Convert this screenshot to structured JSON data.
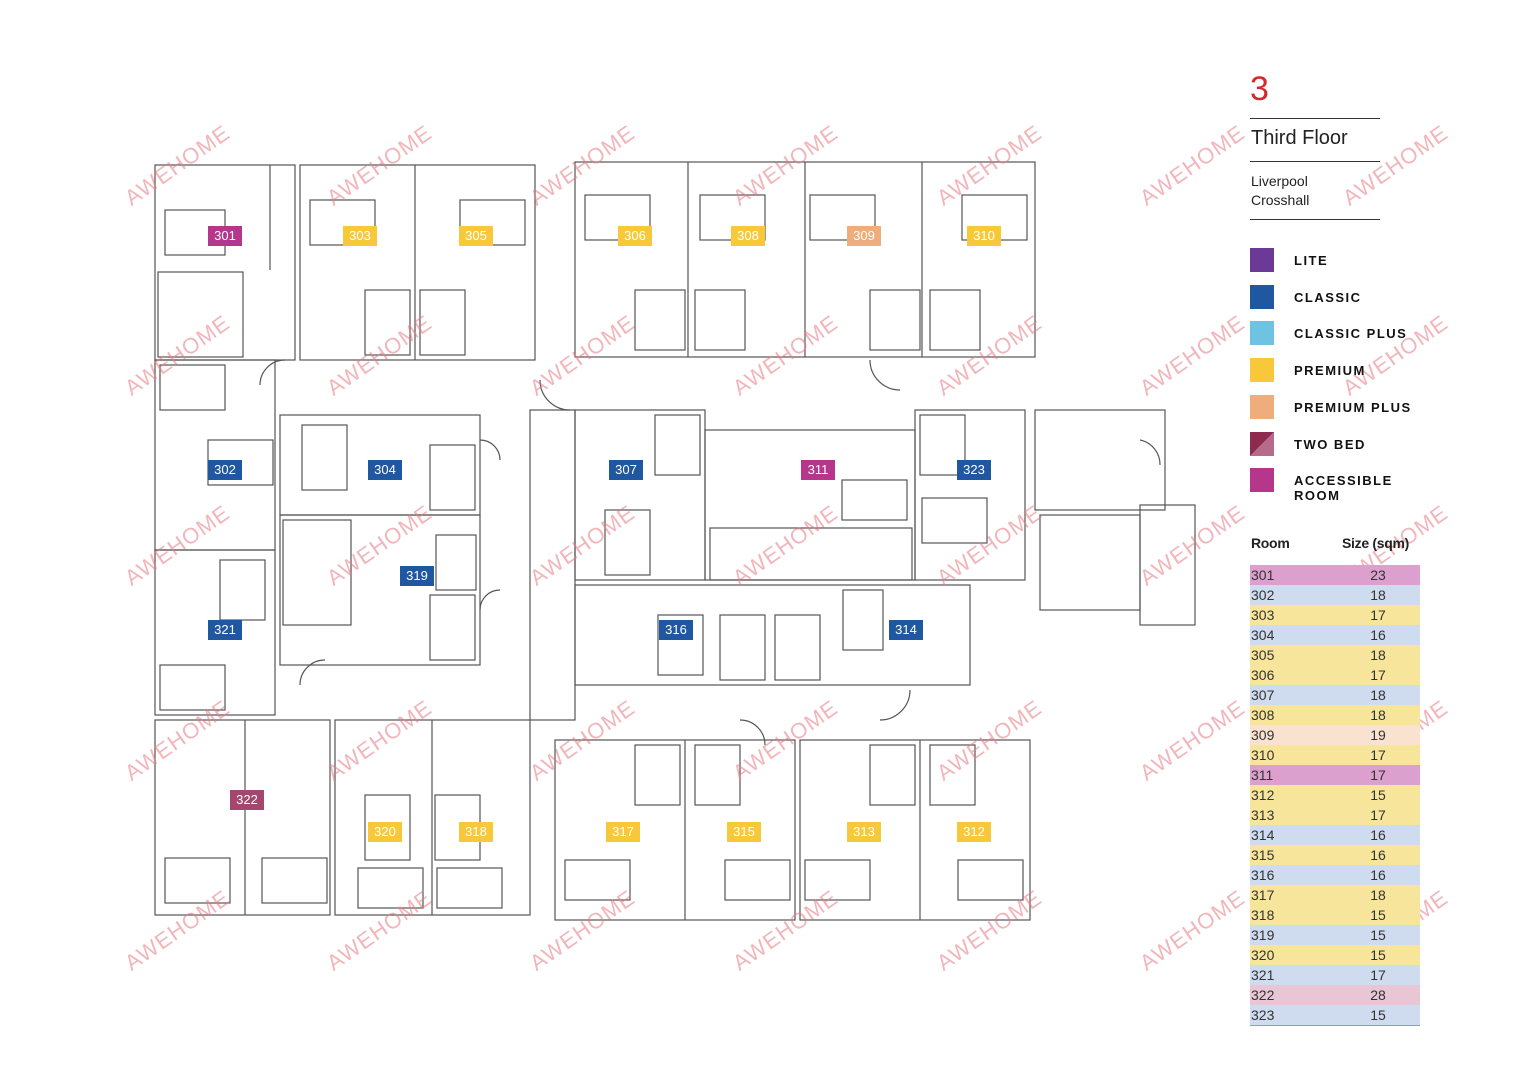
{
  "floor": {
    "number": "3",
    "title": "Third Floor",
    "location_line1": "Liverpool",
    "location_line2": "Crosshall"
  },
  "legend": [
    {
      "label": "LITE",
      "color": "#6b3a96"
    },
    {
      "label": "CLASSIC",
      "color": "#1f57a0"
    },
    {
      "label": "CLASSIC PLUS",
      "color": "#6ec3e3"
    },
    {
      "label": "PREMIUM",
      "color": "#f7c93a"
    },
    {
      "label": "PREMIUM PLUS",
      "color": "#eead7a"
    },
    {
      "label": "TWO BED",
      "color": "#8e2a4e",
      "color2": "#b76b8a"
    },
    {
      "label": "ACCESSIBLE ROOM",
      "color": "#b6368c"
    }
  ],
  "table": {
    "col_room": "Room",
    "col_size": "Size (sqm)",
    "rows": [
      {
        "room": "301",
        "size": "23",
        "bg": "#dba0cd"
      },
      {
        "room": "302",
        "size": "18",
        "bg": "#cfdbee"
      },
      {
        "room": "303",
        "size": "17",
        "bg": "#f8e59c"
      },
      {
        "room": "304",
        "size": "16",
        "bg": "#cfdbee"
      },
      {
        "room": "305",
        "size": "18",
        "bg": "#f8e59c"
      },
      {
        "room": "306",
        "size": "17",
        "bg": "#f8e59c"
      },
      {
        "room": "307",
        "size": "18",
        "bg": "#cfdbee"
      },
      {
        "room": "308",
        "size": "18",
        "bg": "#f8e59c"
      },
      {
        "room": "309",
        "size": "19",
        "bg": "#f9e2cf"
      },
      {
        "room": "310",
        "size": "17",
        "bg": "#f8e59c"
      },
      {
        "room": "311",
        "size": "17",
        "bg": "#dba0cd"
      },
      {
        "room": "312",
        "size": "15",
        "bg": "#f8e59c"
      },
      {
        "room": "313",
        "size": "17",
        "bg": "#f8e59c"
      },
      {
        "room": "314",
        "size": "16",
        "bg": "#cfdbee"
      },
      {
        "room": "315",
        "size": "16",
        "bg": "#f8e59c"
      },
      {
        "room": "316",
        "size": "16",
        "bg": "#cfdbee"
      },
      {
        "room": "317",
        "size": "18",
        "bg": "#f8e59c"
      },
      {
        "room": "318",
        "size": "15",
        "bg": "#f8e59c"
      },
      {
        "room": "319",
        "size": "15",
        "bg": "#cfdbee"
      },
      {
        "room": "320",
        "size": "15",
        "bg": "#f8e59c"
      },
      {
        "room": "321",
        "size": "17",
        "bg": "#cfdbee"
      },
      {
        "room": "322",
        "size": "28",
        "bg": "#e8c6d3"
      },
      {
        "room": "323",
        "size": "15",
        "bg": "#cfdbee"
      }
    ]
  },
  "plan_rooms": [
    {
      "id": "301",
      "type": "accessible",
      "color": "#b6368c"
    },
    {
      "id": "303",
      "type": "premium",
      "color": "#f7c93a"
    },
    {
      "id": "305",
      "type": "premium",
      "color": "#f7c93a"
    },
    {
      "id": "306",
      "type": "premium",
      "color": "#f7c93a"
    },
    {
      "id": "308",
      "type": "premium",
      "color": "#f7c93a"
    },
    {
      "id": "309",
      "type": "premium-plus",
      "color": "#eead7a"
    },
    {
      "id": "310",
      "type": "premium",
      "color": "#f7c93a"
    },
    {
      "id": "302",
      "type": "classic",
      "color": "#1f57a0"
    },
    {
      "id": "304",
      "type": "classic",
      "color": "#1f57a0"
    },
    {
      "id": "307",
      "type": "classic",
      "color": "#1f57a0"
    },
    {
      "id": "311",
      "type": "accessible",
      "color": "#b6368c"
    },
    {
      "id": "323",
      "type": "classic",
      "color": "#1f57a0"
    },
    {
      "id": "319",
      "type": "classic",
      "color": "#1f57a0"
    },
    {
      "id": "316",
      "type": "classic",
      "color": "#1f57a0"
    },
    {
      "id": "314",
      "type": "classic",
      "color": "#1f57a0"
    },
    {
      "id": "321",
      "type": "classic",
      "color": "#1f57a0"
    },
    {
      "id": "322",
      "type": "two-bed",
      "color": "#a3476f"
    },
    {
      "id": "320",
      "type": "premium",
      "color": "#f7c93a"
    },
    {
      "id": "318",
      "type": "premium",
      "color": "#f7c93a"
    },
    {
      "id": "317",
      "type": "premium",
      "color": "#f7c93a"
    },
    {
      "id": "315",
      "type": "premium",
      "color": "#f7c93a"
    },
    {
      "id": "313",
      "type": "premium",
      "color": "#f7c93a"
    },
    {
      "id": "312",
      "type": "premium",
      "color": "#f7c93a"
    }
  ],
  "watermark": "AWEHOME"
}
